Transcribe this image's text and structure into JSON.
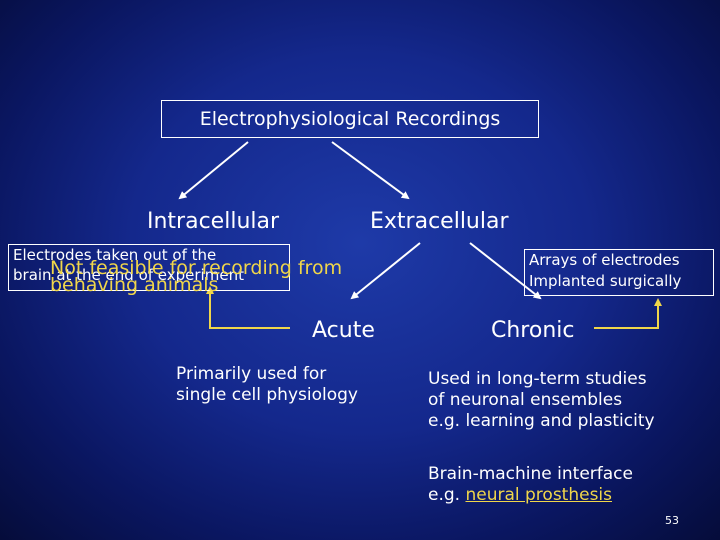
{
  "diagram": {
    "title": "Electrophysiological Recordings",
    "intracellular": "Intracellular",
    "extracellular": "Extracellular",
    "intra_note": {
      "line1": "Electrodes taken out of the",
      "line2": "brain at the end of experiment"
    },
    "overlay_note": {
      "line1": "Not feasible for recording from",
      "line2": "behaving animals"
    },
    "extra_note": {
      "line1": "Arrays of electrodes",
      "line2": "Implanted surgically"
    },
    "acute": "Acute",
    "chronic": "Chronic",
    "acute_desc": {
      "line1": "Primarily used for",
      "line2": "single cell physiology"
    },
    "chronic_desc": {
      "line1": "Used in long-term studies",
      "line2": "of neuronal ensembles",
      "line3": "e.g. learning and plasticity"
    },
    "bmi": {
      "line1": "Brain-machine interface",
      "line2_prefix": "e.g.",
      "line2_link": "neural prosthesis"
    }
  },
  "colors": {
    "arrow": "#ffffff",
    "callout": "#f0d64a"
  },
  "page_number": "53"
}
